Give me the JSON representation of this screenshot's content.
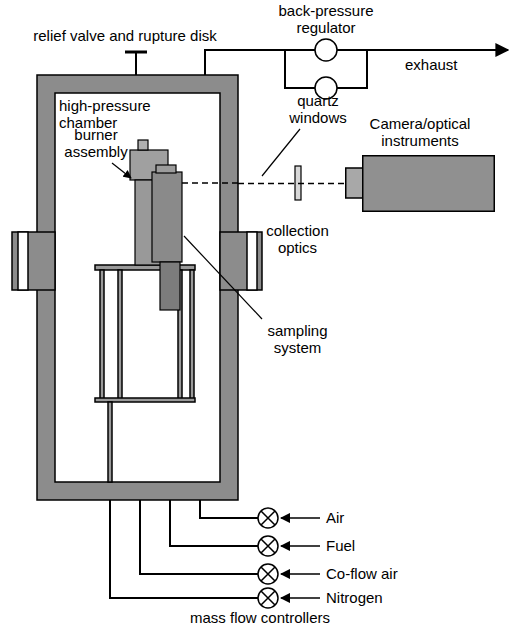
{
  "diagram": {
    "nodes": [
      {
        "text": [
          "high-pressure chamber"
        ]
      },
      {
        "text": [
          "Camera/optical instruments"
        ]
      }
    ],
    "edges": [
      {
        "from": 0,
        "to": 1,
        "arrow": "none"
      }
    ],
    "labels": [
      "relief valve and rupture disk",
      "back-pressure regulator",
      "exhaust",
      "quartz windows",
      "burner assembly",
      "collection optics",
      "sampling system",
      "Air",
      "Fuel",
      "Co-flow air",
      "Nitrogen",
      "mass flow controllers"
    ]
  }
}
